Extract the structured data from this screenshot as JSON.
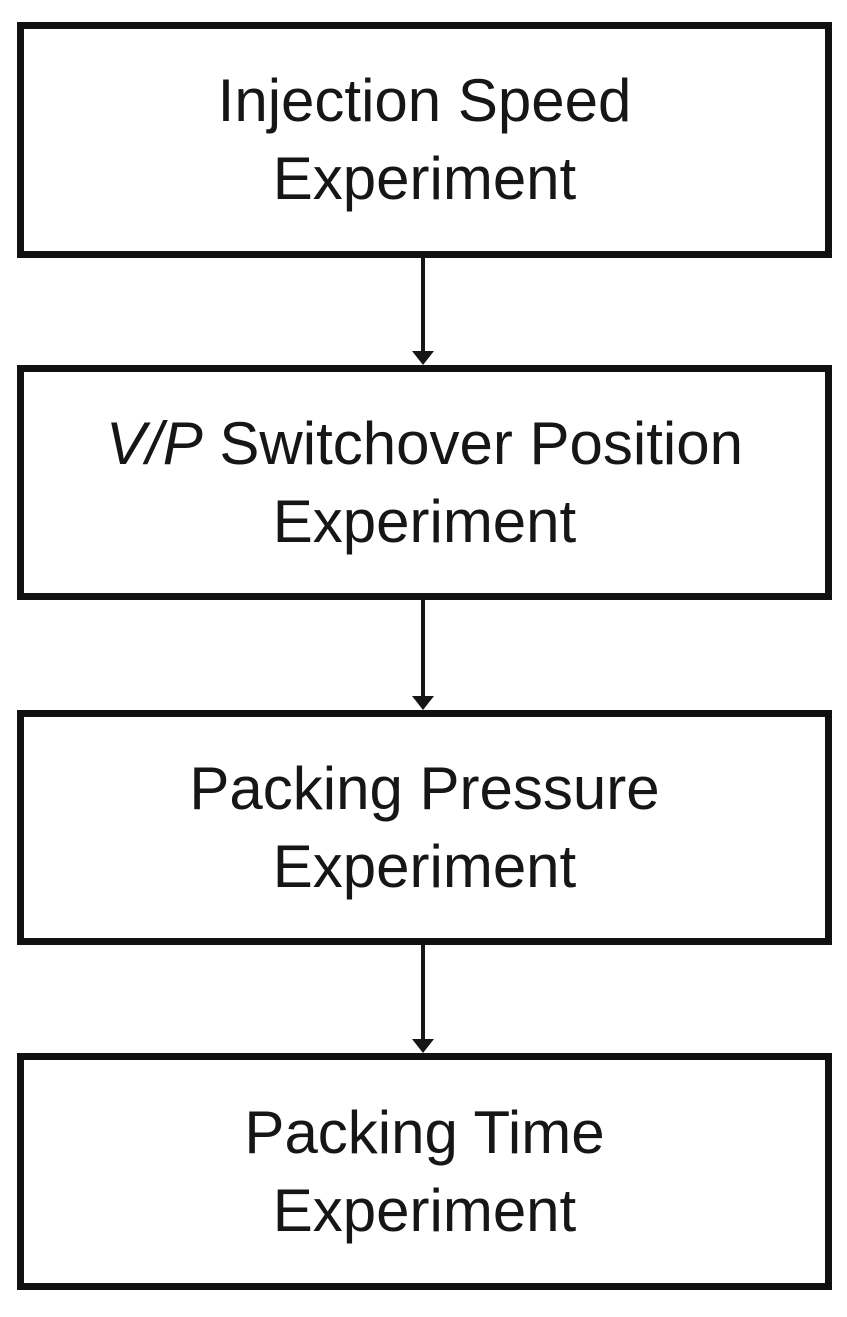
{
  "diagram": {
    "type": "flowchart",
    "boxes": [
      {
        "name": "injection-speed-experiment",
        "line1": "Injection Speed",
        "line2": "Experiment"
      },
      {
        "name": "vp-switchover-position-experiment",
        "line1_italic": "V/P",
        "line1": " Switchover Position",
        "line2": "Experiment"
      },
      {
        "name": "packing-pressure-experiment",
        "line1": "Packing Pressure",
        "line2": "Experiment"
      },
      {
        "name": "packing-time-experiment",
        "line1": "Packing Time",
        "line2": "Experiment"
      }
    ],
    "connectors": [
      {
        "from": "injection-speed-experiment",
        "to": "vp-switchover-position-experiment",
        "type": "arrow-down"
      },
      {
        "from": "vp-switchover-position-experiment",
        "to": "packing-pressure-experiment",
        "type": "arrow-down"
      },
      {
        "from": "packing-pressure-experiment",
        "to": "packing-time-experiment",
        "type": "arrow-down"
      }
    ],
    "colors": {
      "box_border": "#111111",
      "box_fill": "#ffffff",
      "text": "#161616",
      "arrow": "#161616",
      "page_background": "#ffffff"
    }
  }
}
